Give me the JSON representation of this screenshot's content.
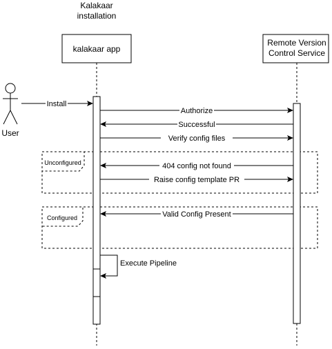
{
  "actor": {
    "label": "User"
  },
  "system": {
    "title_line1": "Kalakaar",
    "title_line2": "installation"
  },
  "participants": {
    "app": {
      "label": "kalakaar app"
    },
    "remote": {
      "label_line1": "Remote Version",
      "label_line2": "Control Service"
    }
  },
  "messages": {
    "install": "Install",
    "authorize": "Authorize",
    "successful": "Successful",
    "verify": "Verify config files",
    "not_found": "404 config not found",
    "raise_pr": "Raise config template PR",
    "valid": "Valid Config Present",
    "execute": "Execute Pipeline"
  },
  "fragments": {
    "unconfigured": "Unconfigured",
    "configured": "Configured"
  }
}
